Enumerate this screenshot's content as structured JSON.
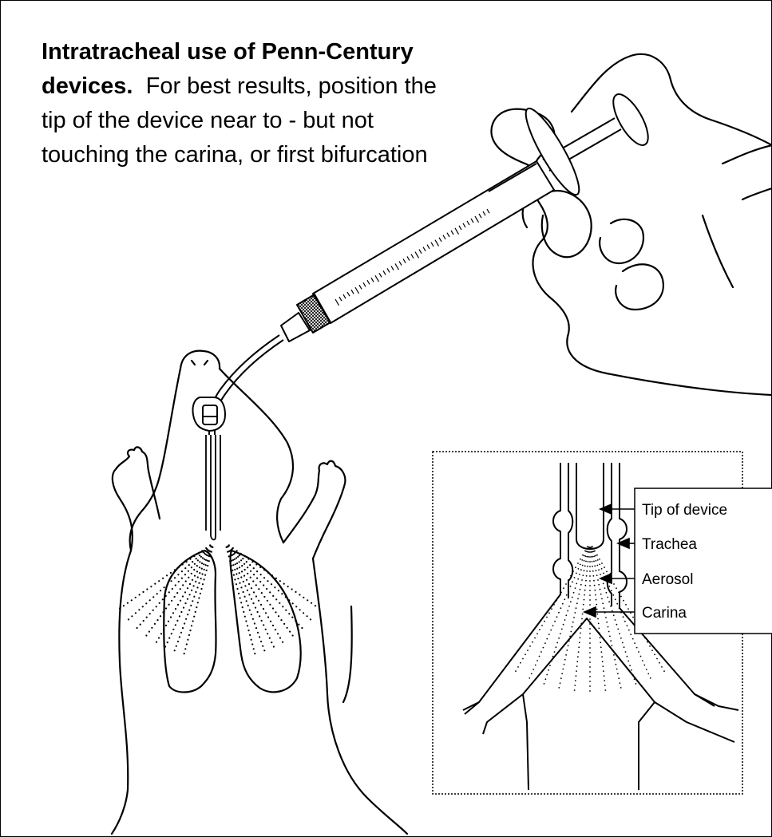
{
  "caption": {
    "title": "Intratracheal use of Penn-Century devices.",
    "body": "For best results, position the tip of the device near to - but not touching the carina, or first bifurcation"
  },
  "inset": {
    "labels": [
      "Tip of device",
      "Trachea",
      "Aerosol",
      "Carina"
    ]
  }
}
